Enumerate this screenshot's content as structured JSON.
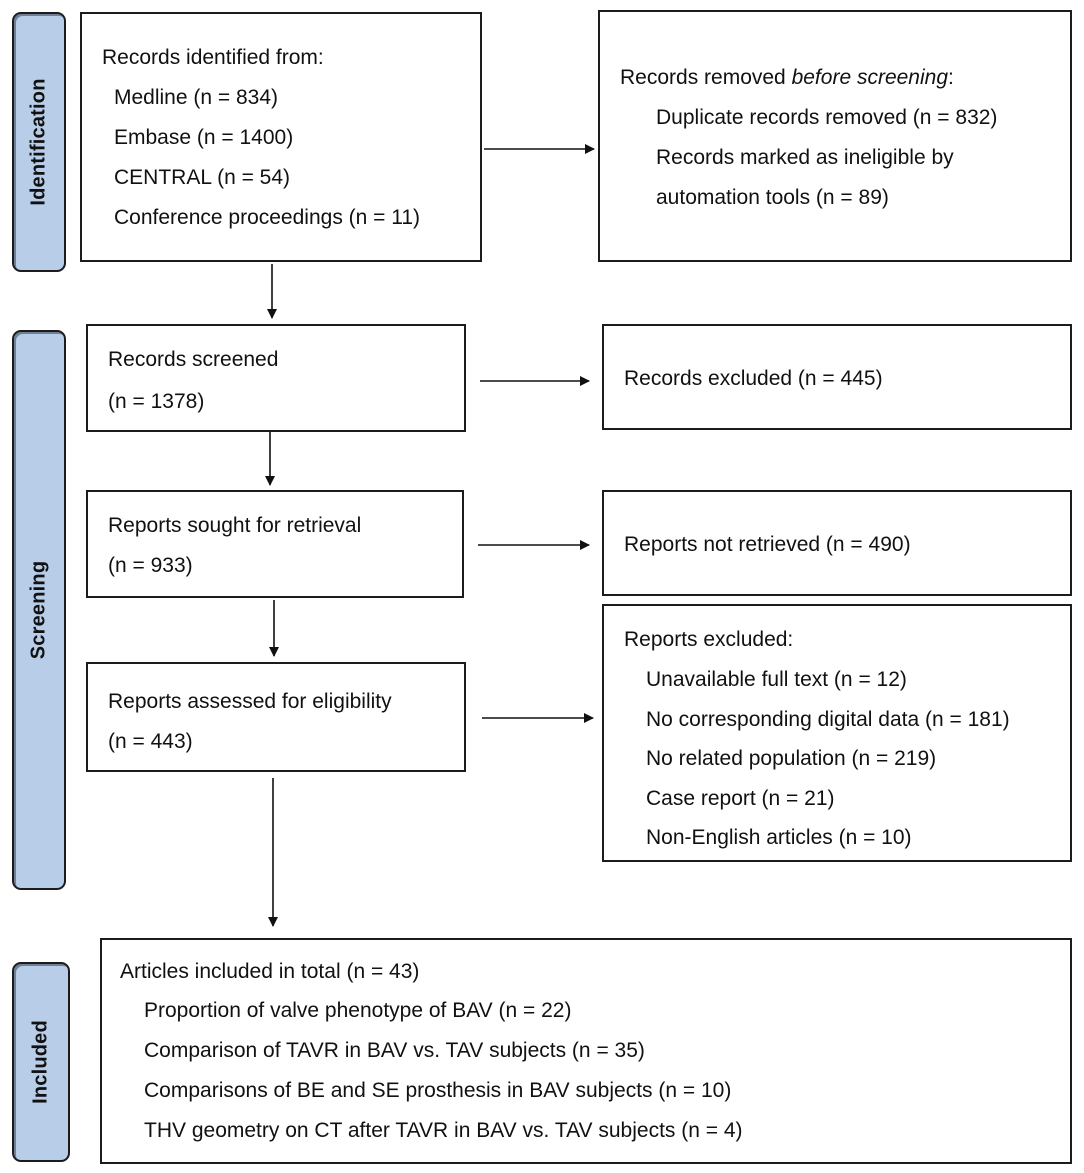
{
  "phases": {
    "identification": "Identification",
    "screening": "Screening",
    "included": "Included"
  },
  "identified": {
    "title": "Records identified from:",
    "items": [
      "Medline (n = 834)",
      "Embase (n = 1400)",
      "CENTRAL (n = 54)",
      "Conference proceedings (n = 11)"
    ]
  },
  "removed": {
    "title_prefix": "Records removed ",
    "title_em": "before screening",
    "title_suffix": ":",
    "items": [
      "Duplicate records removed (n = 832)",
      "Records marked as ineligible by",
      "automation tools (n = 89)"
    ]
  },
  "screened": {
    "label": "Records screened",
    "count": "(n = 1378)"
  },
  "excluded_records": {
    "label": "Records excluded (n = 445)"
  },
  "sought": {
    "label": "Reports sought for retrieval",
    "count": "(n = 933)"
  },
  "not_retrieved": {
    "label": "Reports not retrieved (n = 490)"
  },
  "assessed": {
    "label": "Reports assessed for eligibility",
    "count": "(n = 443)"
  },
  "reports_excluded": {
    "title": "Reports excluded:",
    "items": [
      "Unavailable full text (n = 12)",
      "No corresponding digital data (n = 181)",
      "No related population (n = 219)",
      "Case report (n = 21)",
      "Non-English articles (n = 10)"
    ]
  },
  "included": {
    "title": "Articles included in total (n = 43)",
    "items": [
      "Proportion of valve phenotype of BAV (n = 22)",
      "Comparison of TAVR in BAV vs. TAV subjects (n = 35)",
      "Comparisons of BE and SE prosthesis in BAV subjects (n = 10)",
      "THV geometry on CT after TAVR in BAV vs. TAV subjects (n = 4)"
    ]
  }
}
